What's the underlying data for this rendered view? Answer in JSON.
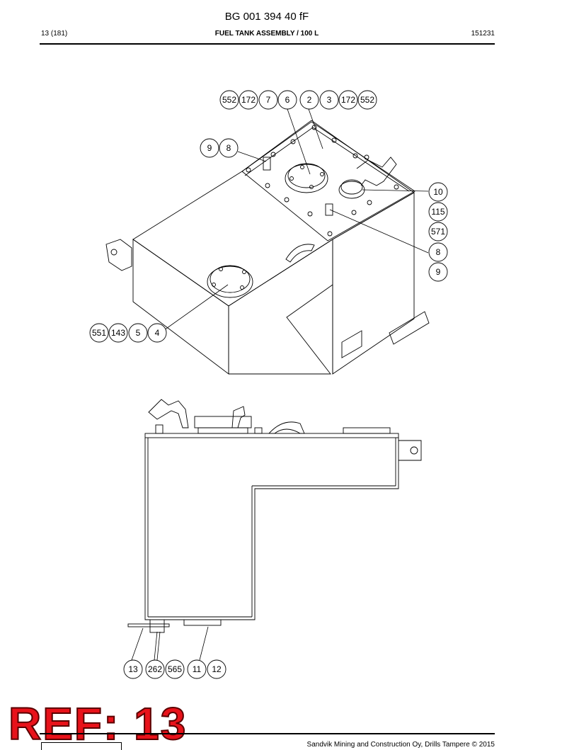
{
  "header": {
    "doc_number": "BG 001 394 40 fF",
    "page": "13 (181)",
    "title": "FUEL TANK ASSEMBLY / 100 L",
    "date_code": "151231"
  },
  "callouts_top": {
    "top_row": [
      "552",
      "172",
      "7",
      "6",
      "2",
      "3",
      "172",
      "552"
    ],
    "left_pair": [
      "9",
      "8"
    ],
    "right_column": [
      "10",
      "115",
      "571",
      "8",
      "9"
    ],
    "bottom_left": [
      "551",
      "143",
      "5",
      "4"
    ]
  },
  "callouts_bottom": [
    "13",
    "262",
    "565",
    "11",
    "12"
  ],
  "stamp": "REF: 13",
  "footer": {
    "copyright": "Sandvik Mining and Construction Oy, Drills Tampere © 2015"
  }
}
